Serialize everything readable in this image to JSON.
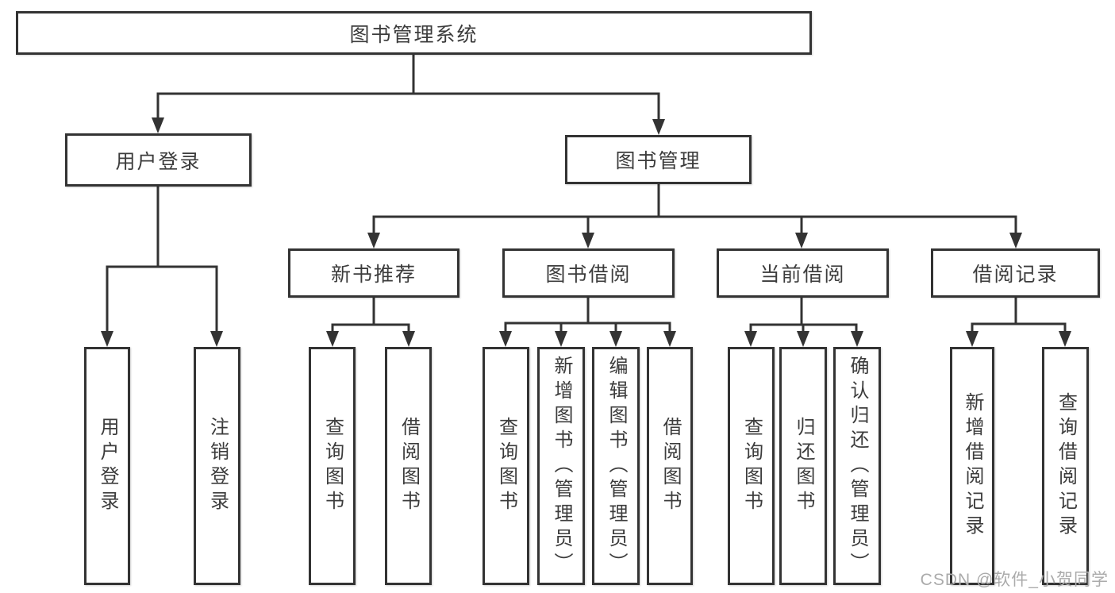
{
  "diagram": {
    "root": {
      "label": "图书管理系统",
      "children": [
        {
          "label": "用户登录",
          "children": [
            {
              "label": "用户登录"
            },
            {
              "label": "注销登录"
            }
          ]
        },
        {
          "label": "图书管理",
          "children": [
            {
              "label": "新书推荐",
              "children": [
                {
                  "label": "查询图书"
                },
                {
                  "label": "借阅图书"
                }
              ]
            },
            {
              "label": "图书借阅",
              "children": [
                {
                  "label": "查询图书"
                },
                {
                  "label": "新增图书（管理员）"
                },
                {
                  "label": "编辑图书（管理员）"
                },
                {
                  "label": "借阅图书"
                }
              ]
            },
            {
              "label": "当前借阅",
              "children": [
                {
                  "label": "查询图书"
                },
                {
                  "label": "归还图书"
                },
                {
                  "label": "确认归还（管理员）"
                }
              ]
            },
            {
              "label": "借阅记录",
              "children": [
                {
                  "label": "新增借阅记录"
                },
                {
                  "label": "查询借阅记录"
                }
              ]
            }
          ]
        }
      ]
    },
    "line_color": "#333333"
  },
  "watermark": {
    "text": "CSDN @软件_小贺同学"
  }
}
